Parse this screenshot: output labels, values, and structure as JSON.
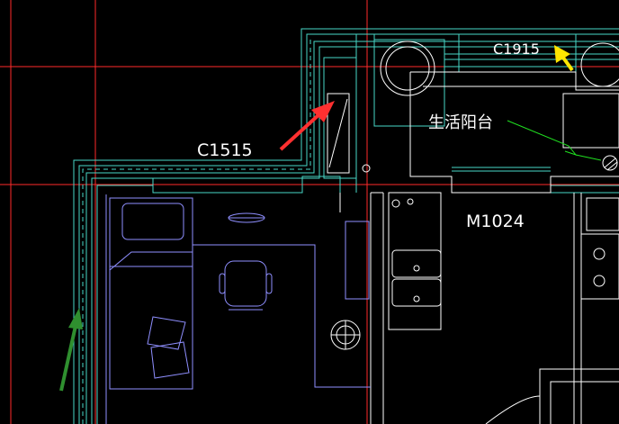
{
  "labels": {
    "window_c1515": "C1515",
    "window_c1915": "C1915",
    "balcony": "生活阳台",
    "door_m1024": "M1024"
  },
  "colors": {
    "background": "#000000",
    "grid_red": "#ff2a2a",
    "wall_cyan": "#47d7c7",
    "furniture_blue": "#8f8fff",
    "furniture_white": "#ffffff",
    "green_arrow": "#2f8f2f",
    "red_arrow": "#ff3030",
    "yellow_arrow": "#ffe600",
    "leader_green": "#20e020"
  }
}
